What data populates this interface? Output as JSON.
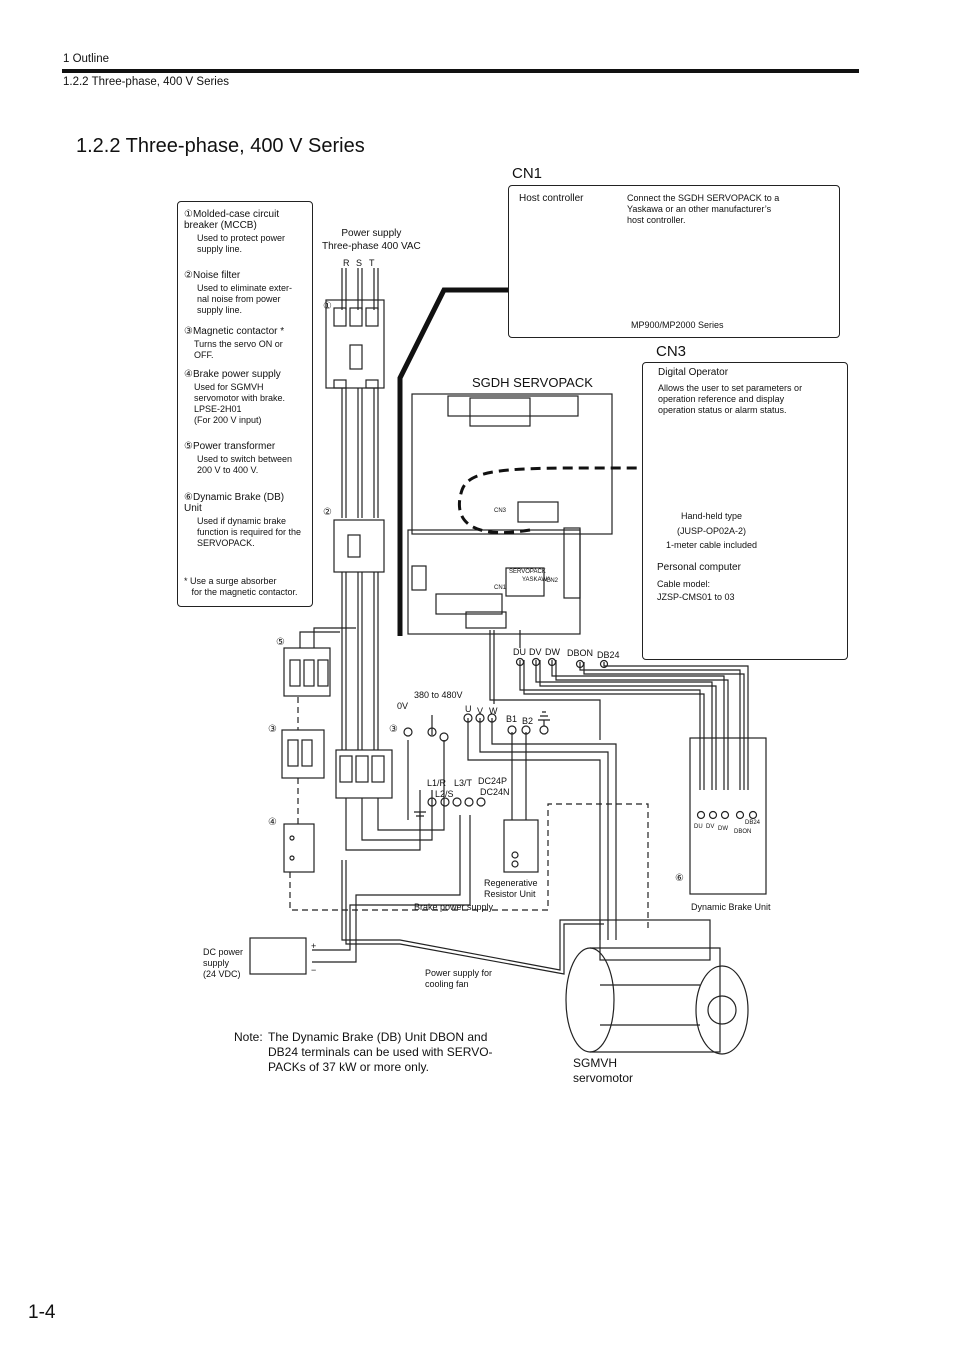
{
  "header": {
    "chapter": "1  Outline",
    "section": "1.2.2  Three-phase, 400 V Series"
  },
  "page_title": "1.2.2  Three-phase, 400 V Series",
  "page_number": "1-4",
  "legend": {
    "items": [
      {
        "num": "①",
        "title": "Molded-case circuit\nbreaker (MCCB)",
        "desc": "Used to protect power\nsupply line."
      },
      {
        "num": "②",
        "title": "Noise filter",
        "desc": "Used to eliminate exter-\nnal noise from power\nsupply line."
      },
      {
        "num": "③",
        "title": "Magnetic contactor *",
        "desc": "Turns the servo ON or\nOFF."
      },
      {
        "num": "④",
        "title": "Brake power supply",
        "desc": "Used for SGMVH\nservomotor with brake.\nLPSE-2H01\n(For 200 V input)"
      },
      {
        "num": "⑤",
        "title": "Power transformer",
        "desc": "Used to switch between\n200 V to 400 V."
      },
      {
        "num": "⑥",
        "title": "Dynamic Brake (DB)\nUnit",
        "desc": "Used if dynamic brake\nfunction is required for the\nSERVOPACK."
      }
    ],
    "footnote": "* Use a surge absorber\n   for the magnetic contactor."
  },
  "power_supply": {
    "label": "Power supply\nThree-phase 400 VAC",
    "phases": [
      "R",
      "S",
      "T"
    ]
  },
  "cn1": {
    "label": "CN1",
    "host_label": "Host controller",
    "note": "Connect the SGDH SERVOPACK to a\nYaskawa or an other manufacturer’s\nhost controller.",
    "series": "MP900/MP2000 Series"
  },
  "cn3": {
    "label": "CN3",
    "digital_operator": "Digital Operator",
    "operator_note": "Allows the user to set parameters or\noperation reference and display\noperation status or alarm status.",
    "handheld": "Hand-held type\n(JUSP-OP02A-2)\n1-meter cable included",
    "pc_label": "Personal computer",
    "pc_cable": "Cable model:\nJZSP-CMS01 to 03"
  },
  "servopack": {
    "label": "SGDH SERVOPACK",
    "cn3": "CN3",
    "cn1": "CN1",
    "cn2": "CN2",
    "badge": "SERVOPACK",
    "brand": "YASKAWA"
  },
  "terminals": {
    "ov": "0V",
    "range": "380 to 480V",
    "u": "U",
    "v": "V",
    "w": "W",
    "b1": "B1",
    "b2": "B2",
    "l1r": "L1/R",
    "l2s": "L2/S",
    "l3t": "L3/T",
    "dc24p": "DC24P",
    "dc24n": "DC24N",
    "du": "DU",
    "dv": "DV",
    "dw": "DW",
    "dbon": "DBON",
    "db24": "DB24"
  },
  "component_nums": [
    "①",
    "②",
    "③",
    "④",
    "⑤",
    "⑥"
  ],
  "dbu_terms": [
    "DU",
    "DV",
    "DW",
    "DBON",
    "DB24"
  ],
  "labels": {
    "regen": "Regenerative\nResistor Unit",
    "brake_power": "Brake power supply",
    "dc_power": "DC power\nsupply\n(24 VDC)",
    "cooling_fan": "Power supply for\ncooling fan",
    "dbu": "Dynamic Brake Unit",
    "motor": "SGMVH\nservomotor",
    "plus": "+",
    "minus": "−"
  },
  "note": {
    "prefix": "Note:",
    "text": "The Dynamic Brake (DB) Unit DBON and\nDB24 terminals can be used with SERVO-\nPACKs of 37 kW or more only."
  }
}
